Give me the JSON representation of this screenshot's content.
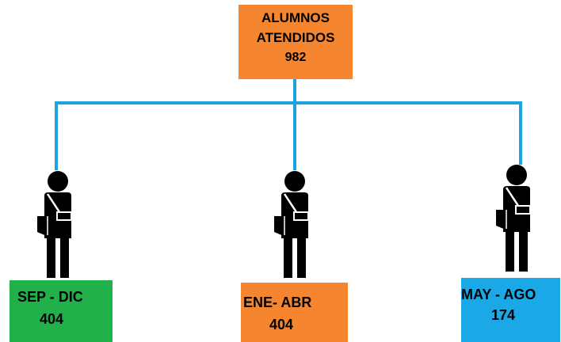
{
  "root": {
    "line1": "ALUMNOS",
    "line2": "ATENDIDOS",
    "total": "982",
    "color": "#f5862f"
  },
  "connector_color": "#1aa3e0",
  "periods": [
    {
      "label": "SEP - DIC",
      "value": "404",
      "color": "#22b04b",
      "icon": "student-icon"
    },
    {
      "label": "ENE- ABR",
      "value": "404",
      "color": "#f5862f",
      "icon": "student-icon"
    },
    {
      "label": "MAY - AGO",
      "value": "174",
      "color": "#1ba8e6",
      "icon": "student-icon"
    }
  ]
}
